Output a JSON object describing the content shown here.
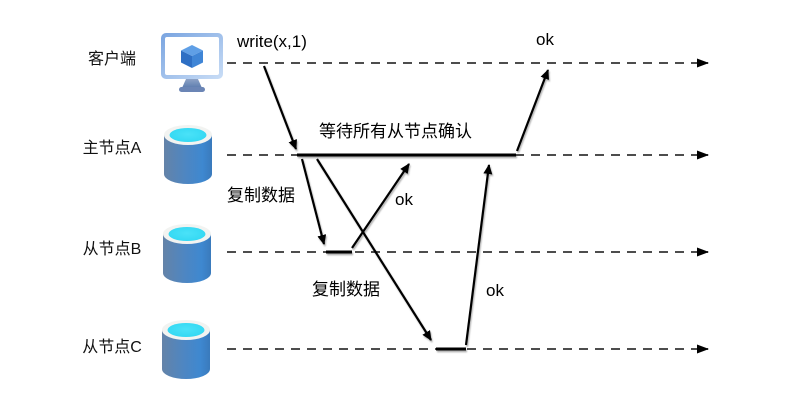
{
  "diagram": {
    "type": "sequence-replication-diagram",
    "rows": [
      {
        "id": "client",
        "label": "客户端",
        "icon": "monitor-icon"
      },
      {
        "id": "master-a",
        "label": "主节点A",
        "icon": "database-icon"
      },
      {
        "id": "slave-b",
        "label": "从节点B",
        "icon": "database-icon"
      },
      {
        "id": "slave-c",
        "label": "从节点C",
        "icon": "database-icon"
      }
    ],
    "annotations": {
      "write_request": "write(x,1)",
      "client_ack": "ok",
      "wait_note": "等待所有从节点确认",
      "replicate_to_b": "复制数据",
      "ack_from_b": "ok",
      "replicate_to_c": "复制数据",
      "ack_from_c": "ok"
    },
    "colors": {
      "background": "#ffffff",
      "arrow_line": "#000000",
      "timeline_dash": "#4d4d4d",
      "cylinder_body_left": "#6483a8",
      "cylinder_body_right": "#3a7abc",
      "cylinder_top_liquid": "#35d9f3",
      "cylinder_rim": "#f2f3f1",
      "monitor_frame": "#8ab1e6",
      "cube_top": "#5f9fe6",
      "cube_left": "#2e6fc4",
      "cube_right": "#3f85d6",
      "stand": "#6b85b5"
    }
  }
}
